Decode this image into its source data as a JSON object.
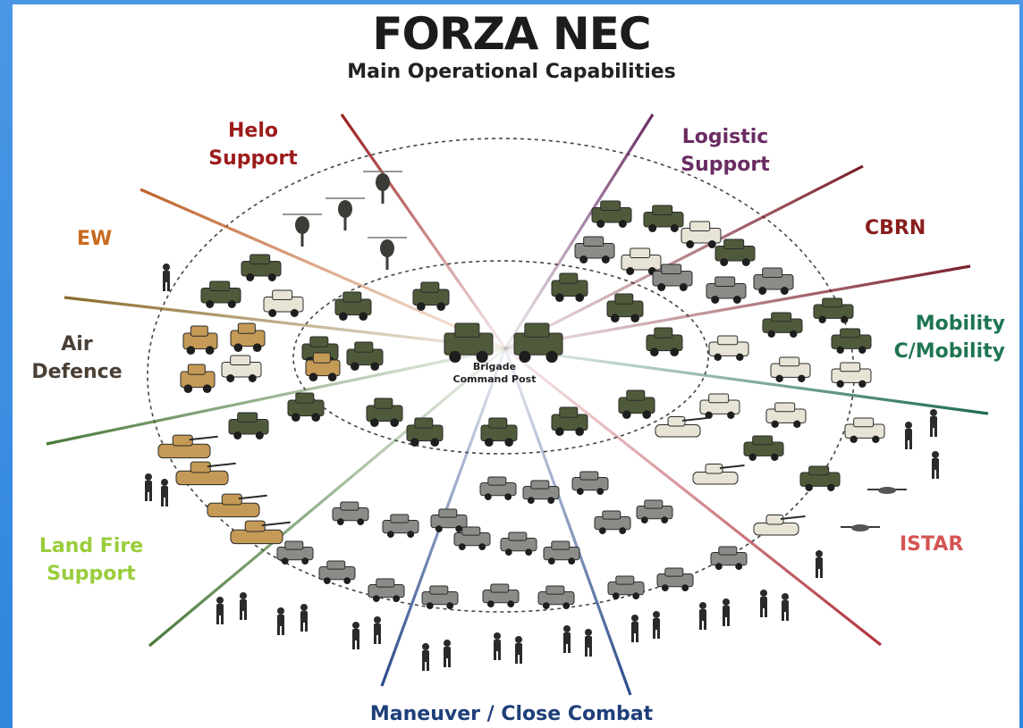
{
  "title": "FORZA NEC",
  "subtitle": "Main Operational Capabilities",
  "center_label": "Brigade\nCommand Post",
  "capabilities": {
    "helo": "Helo\nSupport",
    "logistic": "Logistic\nSupport",
    "cbrn": "CBRN",
    "ew": "EW",
    "mobility": "Mobility\nC/Mobility",
    "air_defence": "Air\nDefence",
    "istar": "ISTAR",
    "land_fire": "Land Fire\nSupport",
    "maneuver": "Maneuver / Close Combat"
  },
  "colors": {
    "helo": "#9b1c1c",
    "logistic": "#6a2c63",
    "cbrn": "#7a1e2a",
    "ew": "#c0622a",
    "mobility": "#1e6a50",
    "air_defence": "#8a6a2a",
    "istar": "#b0303a",
    "land_fire": "#4a7a3a",
    "maneuver": "#2a4a8a",
    "vehicle_olive": "#4f5a3a",
    "vehicle_sand": "#c49a56",
    "vehicle_white": "#e7e4d6",
    "vehicle_gray": "#8a8c88",
    "soldier": "#2a2a2a"
  }
}
